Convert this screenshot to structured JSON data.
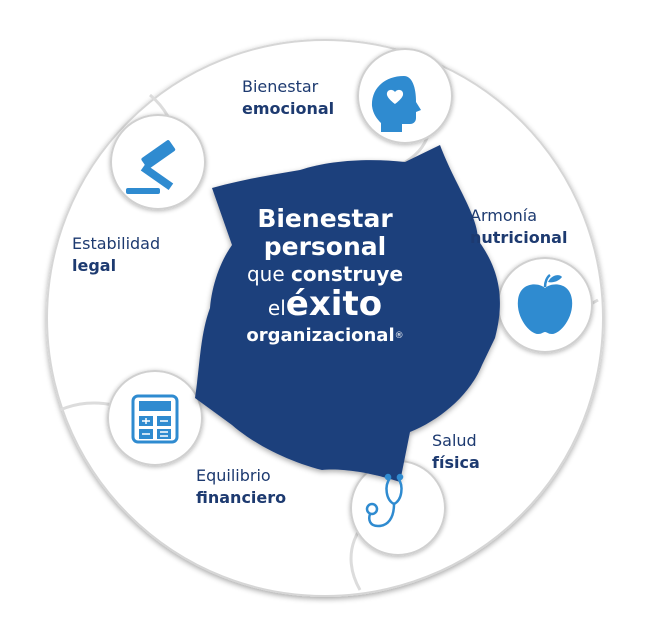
{
  "center": {
    "line1": "Bienestar",
    "line2": "personal",
    "line3_light": "que",
    "line3_bold": "construye",
    "line4_light": "el",
    "line4_bold": "éxito",
    "line5": "organizacional",
    "mark": "®"
  },
  "segments": [
    {
      "line1": "Bienestar",
      "line2": "emocional",
      "icon": "head-heart-icon"
    },
    {
      "line1": "Armonía",
      "line2": "nutricional",
      "icon": "apple-icon"
    },
    {
      "line1": "Salud",
      "line2": "física",
      "icon": "stethoscope-icon"
    },
    {
      "line1": "Equilibrio",
      "line2": "financiero",
      "icon": "calculator-icon"
    },
    {
      "line1": "Estabilidad",
      "line2": "legal",
      "icon": "gavel-icon"
    }
  ],
  "colors": {
    "center_fill": "#1e3f7c",
    "ring_fill": "#ffffff",
    "ring_shadow": "#c4c4c4",
    "icon_blue": "#2f8bd0",
    "label_text": "#1d3a70"
  }
}
